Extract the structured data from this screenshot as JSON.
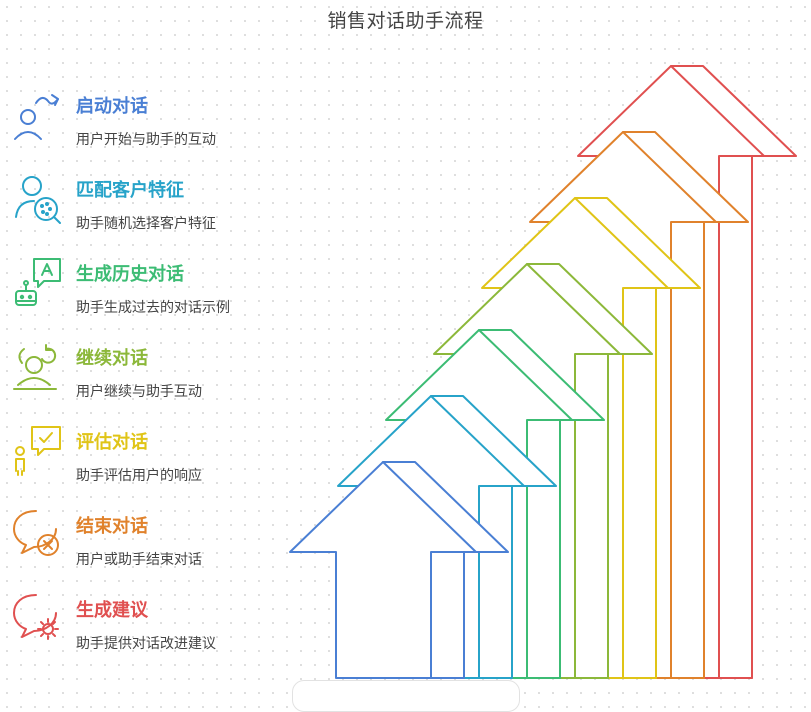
{
  "title": "销售对话助手流程",
  "steps": [
    {
      "name": "启动对话",
      "desc": "用户开始与助手的互动",
      "color": "#4a7fd4",
      "icon": "user-chat-icon"
    },
    {
      "name": "匹配客户特征",
      "desc": "助手随机选择客户特征",
      "color": "#27a3c9",
      "icon": "user-search-icon"
    },
    {
      "name": "生成历史对话",
      "desc": "助手生成过去的对话示例",
      "color": "#3cbc74",
      "icon": "robot-chat-icon"
    },
    {
      "name": "继续对话",
      "desc": "用户继续与助手互动",
      "color": "#8cb83a",
      "icon": "person-refresh-icon"
    },
    {
      "name": "评估对话",
      "desc": "助手评估用户的响应",
      "color": "#e0c417",
      "icon": "person-check-icon"
    },
    {
      "name": "结束对话",
      "desc": "用户或助手结束对话",
      "color": "#e0822c",
      "icon": "chat-close-icon"
    },
    {
      "name": "生成建议",
      "desc": "助手提供对话改进建议",
      "color": "#e05050",
      "icon": "chat-gear-icon"
    }
  ]
}
